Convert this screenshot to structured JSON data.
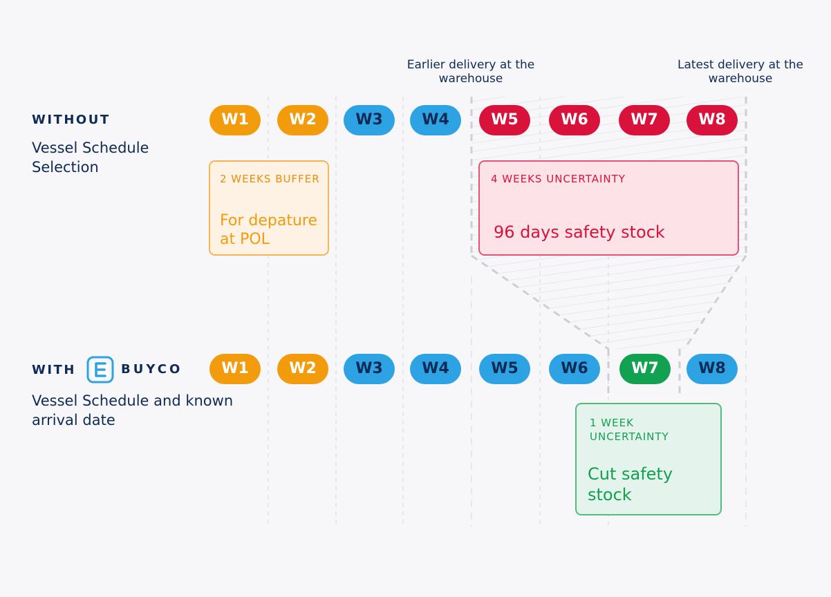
{
  "annotations": {
    "earlier_delivery": "Earlier delivery at the warehouse",
    "latest_delivery": "Latest delivery at the warehouse"
  },
  "without_row": {
    "heading": "WITHOUT",
    "subtitle": "Vessel Schedule Selection",
    "weeks": [
      {
        "label": "W1",
        "color": "#f29b0d"
      },
      {
        "label": "W2",
        "color": "#f29b0d"
      },
      {
        "label": "W3",
        "color": "#2ea3e3"
      },
      {
        "label": "W4",
        "color": "#2ea3e3"
      },
      {
        "label": "W5",
        "color": "#d8123a"
      },
      {
        "label": "W6",
        "color": "#d8123a"
      },
      {
        "label": "W7",
        "color": "#d8123a"
      },
      {
        "label": "W8",
        "color": "#d8123a"
      }
    ],
    "buffer_box": {
      "caption": "2 WEEKS BUFFER",
      "text": "For depature at POL"
    },
    "uncertainty_box": {
      "caption": "4 WEEKS UNCERTAINTY",
      "text": "96 days safety stock"
    }
  },
  "with_row": {
    "heading": "WITH",
    "brand": "BUYCO",
    "subtitle": "Vessel Schedule and known arrival date",
    "weeks": [
      {
        "label": "W1",
        "color": "#f29b0d"
      },
      {
        "label": "W2",
        "color": "#f29b0d"
      },
      {
        "label": "W3",
        "color": "#2ea3e3"
      },
      {
        "label": "W4",
        "color": "#2ea3e3"
      },
      {
        "label": "W5",
        "color": "#2ea3e3"
      },
      {
        "label": "W6",
        "color": "#2ea3e3"
      },
      {
        "label": "W7",
        "color": "#11a150"
      },
      {
        "label": "W8",
        "color": "#2ea3e3"
      }
    ],
    "uncertainty_box": {
      "caption": "1 WEEK UNCERTAINTY",
      "text": "Cut safety stock"
    }
  }
}
